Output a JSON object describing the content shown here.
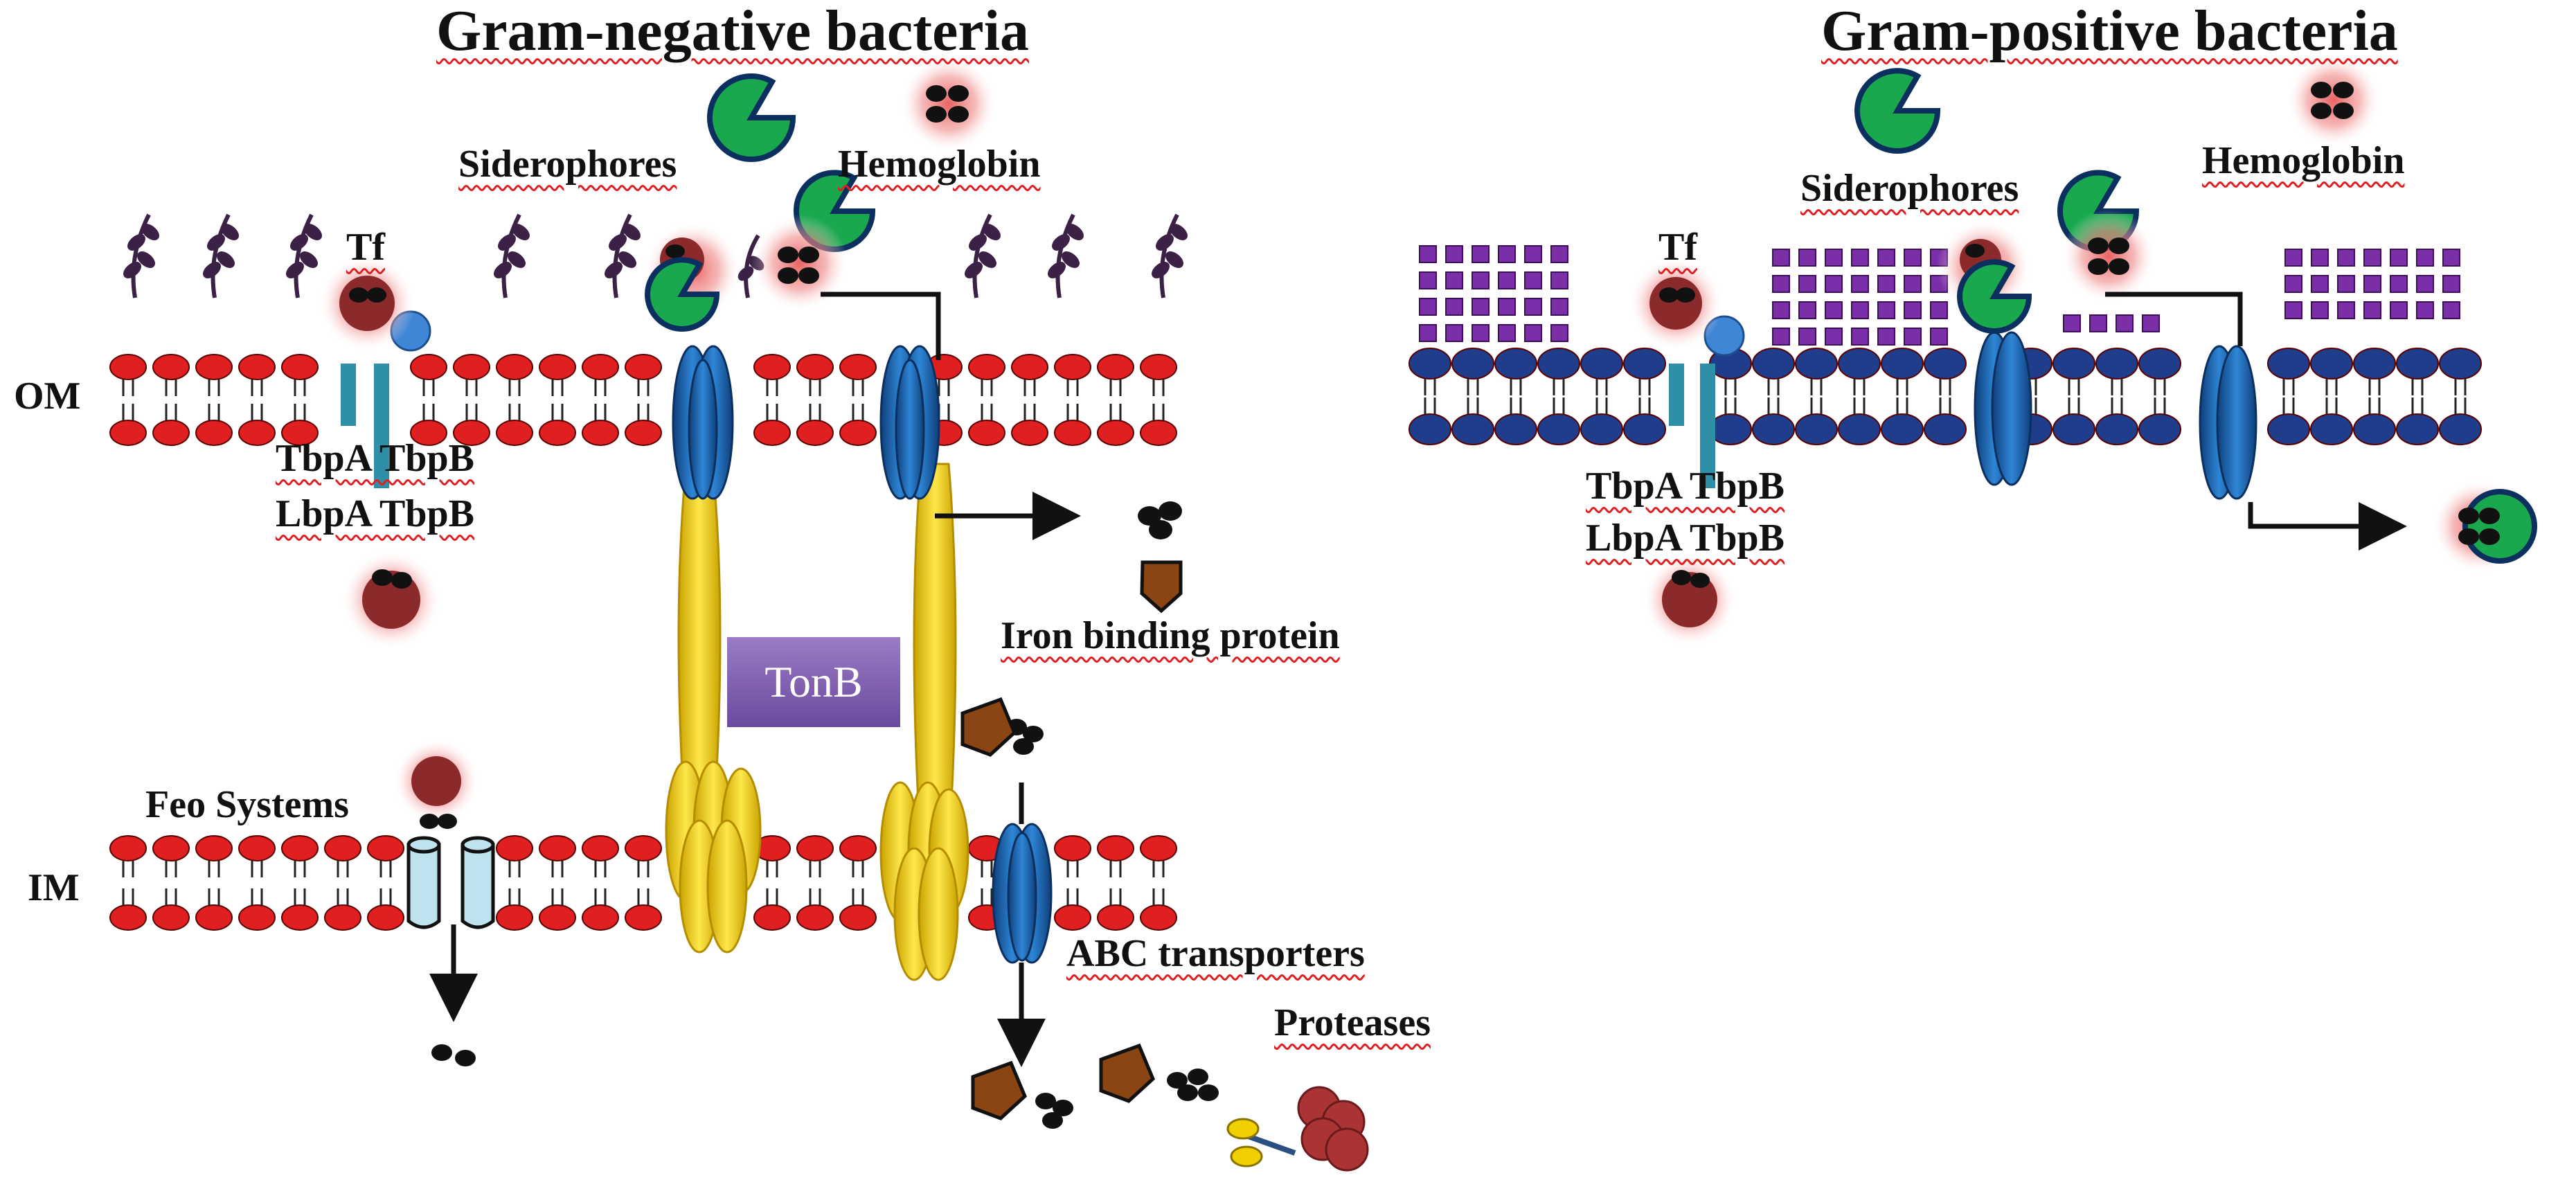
{
  "titles": {
    "gram_negative": "Gram-negative bacteria",
    "gram_positive": "Gram-positive bacteria"
  },
  "negative_labels": {
    "siderophores": "Siderophores",
    "hemoglobin": "Hemoglobin",
    "tf": "Tf",
    "om": "OM",
    "im": "IM",
    "tbpa_tbpb": "TbpA TbpB",
    "lbpa_tbpb": "LbpA TbpB",
    "tonb": "TonB",
    "iron_binding_protein": "Iron binding protein",
    "feo_systems": "Feo Systems",
    "abc_transporters": "ABC transporters",
    "proteases": "Proteases"
  },
  "positive_labels": {
    "siderophores": "Siderophores",
    "hemoglobin": "Hemoglobin",
    "tf": "Tf",
    "tbpa_tbpb": "TbpA TbpB",
    "lbpa_tbpb": "LbpA TbpB"
  },
  "colors": {
    "lipid_head_negative": "#e02020",
    "lipid_head_positive": "#1f3d8a",
    "porin_blue": "#1f66b8",
    "tonb_yellow": "#f2d21a",
    "siderophore_green": "#1aa84f",
    "hemoglobin_glow": "#b03030",
    "peptidoglycan_purple": "#7a2fa8",
    "lps_purple": "#3a2145",
    "iron_binding_brown": "#8b4513",
    "feo_cyan": "#bfe3ee",
    "tonb_box": "#7a5aae"
  }
}
